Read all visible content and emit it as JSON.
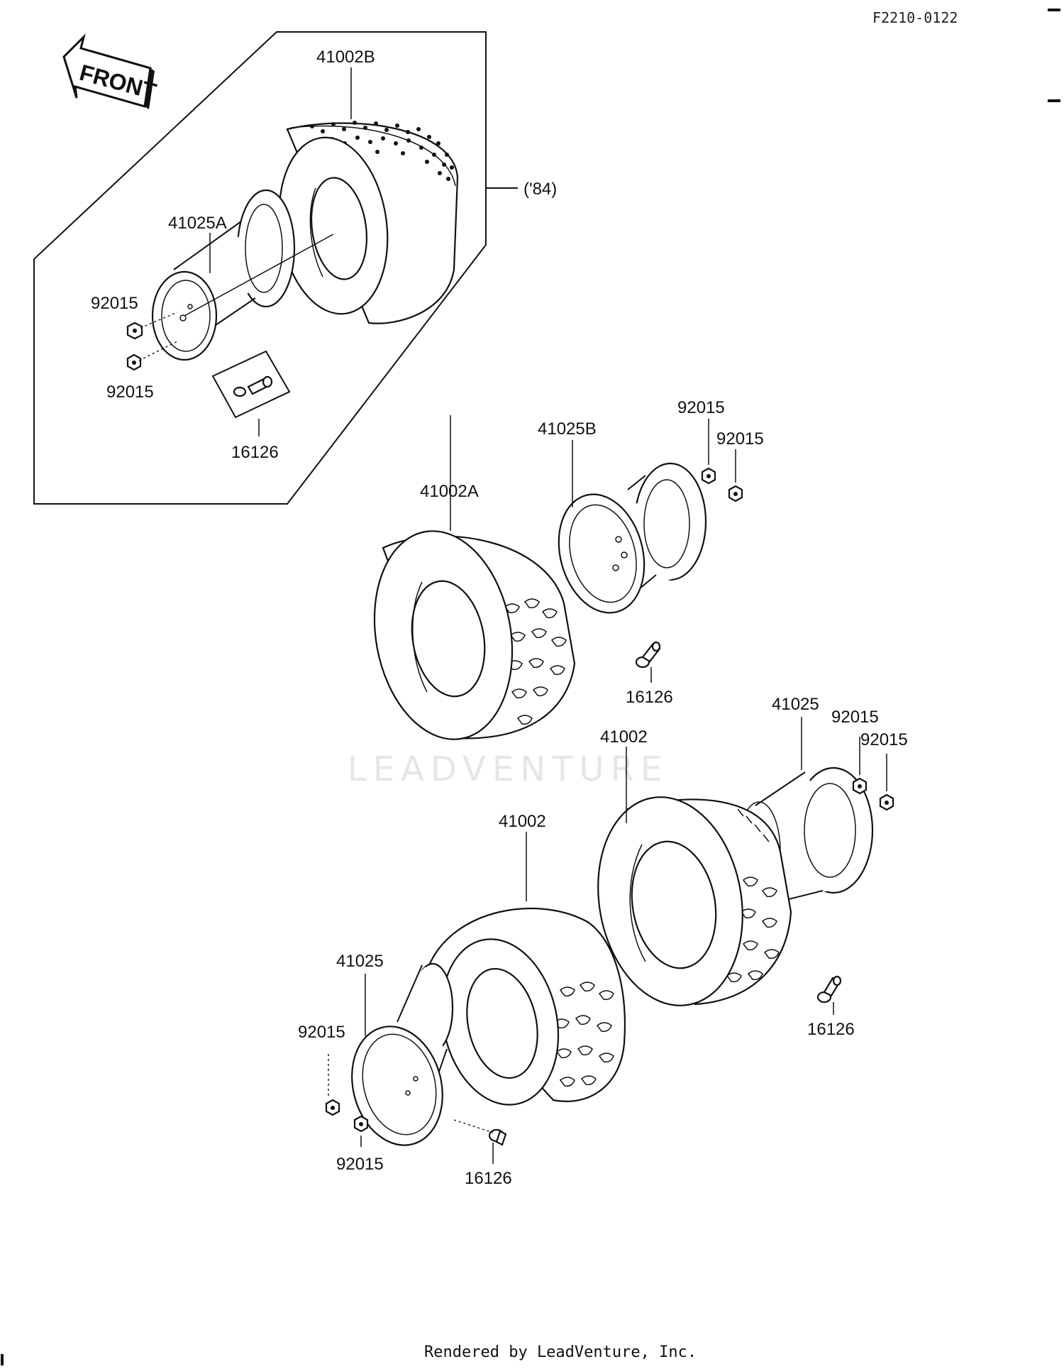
{
  "diagram_code": "F2210-0122",
  "front_label": "FRONT",
  "watermark": "LEADVENTURE",
  "footer": "Rendered by LeadVenture, Inc.",
  "inset": {
    "year_note": "('84)",
    "labels": {
      "tire": "41002B",
      "rim": "41025A",
      "nut_upper": "92015",
      "nut_lower": "92015",
      "valve": "16126"
    }
  },
  "front_wheel": {
    "labels": {
      "tire": "41002A",
      "rim": "41025B",
      "nut_a": "92015",
      "nut_b": "92015",
      "valve": "16126"
    }
  },
  "rear_right_wheel": {
    "labels": {
      "tire": "41002",
      "rim": "41025",
      "nut_a": "92015",
      "nut_b": "92015",
      "valve": "16126"
    }
  },
  "rear_left_wheel": {
    "labels": {
      "tire": "41002",
      "rim": "41025",
      "nut_a": "92015",
      "nut_b": "92015",
      "valve": "16126"
    }
  }
}
